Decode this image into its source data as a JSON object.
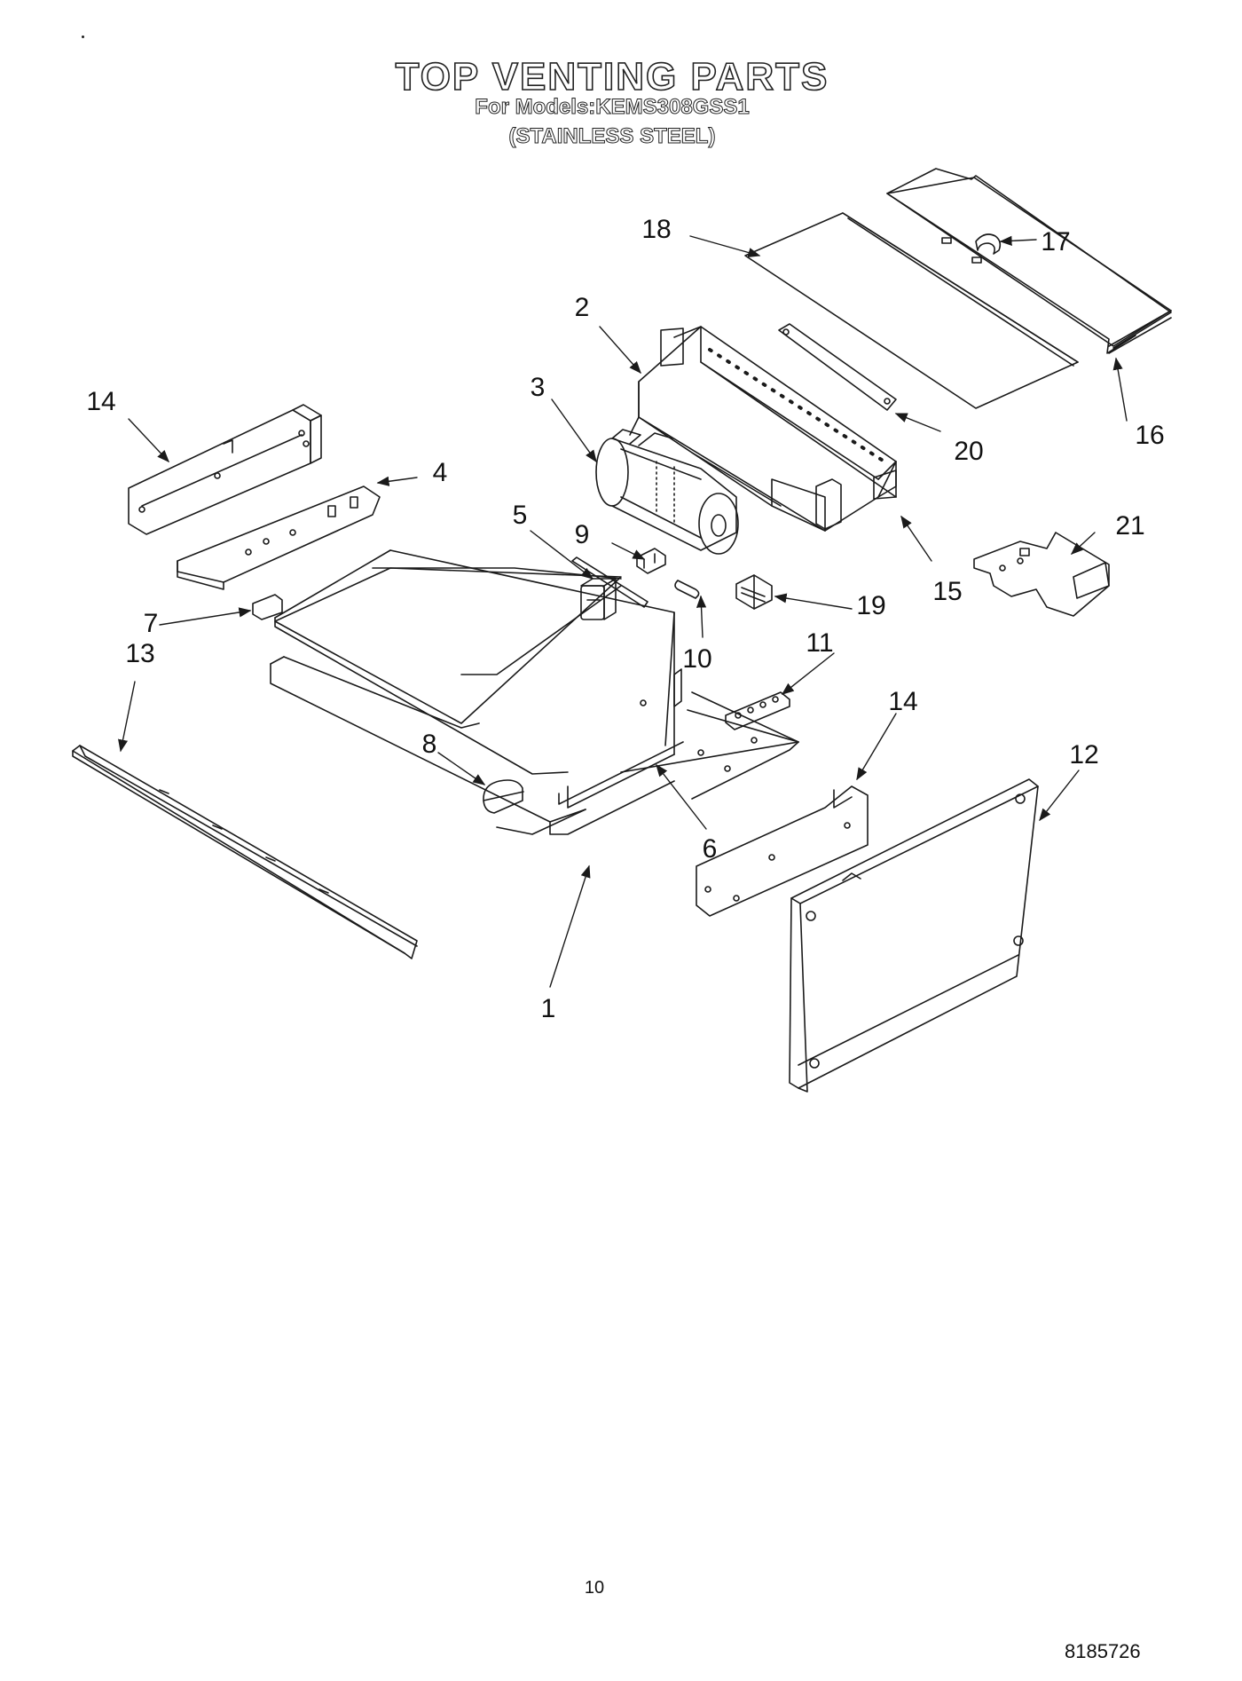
{
  "header": {
    "title": "TOP VENTING PARTS",
    "models_line": "For Models:KEMS308GSS1",
    "finish_line": "(STAINLESS STEEL)"
  },
  "callouts": [
    {
      "id": "c1",
      "label": "1"
    },
    {
      "id": "c2",
      "label": "2"
    },
    {
      "id": "c3",
      "label": "3"
    },
    {
      "id": "c4",
      "label": "4"
    },
    {
      "id": "c5",
      "label": "5"
    },
    {
      "id": "c6",
      "label": "6"
    },
    {
      "id": "c7",
      "label": "7"
    },
    {
      "id": "c8",
      "label": "8"
    },
    {
      "id": "c9",
      "label": "9"
    },
    {
      "id": "c10",
      "label": "10"
    },
    {
      "id": "c11",
      "label": "11"
    },
    {
      "id": "c12",
      "label": "12"
    },
    {
      "id": "c13",
      "label": "13"
    },
    {
      "id": "c14a",
      "label": "14"
    },
    {
      "id": "c14b",
      "label": "14"
    },
    {
      "id": "c15",
      "label": "15"
    },
    {
      "id": "c16",
      "label": "16"
    },
    {
      "id": "c17",
      "label": "17"
    },
    {
      "id": "c18",
      "label": "18"
    },
    {
      "id": "c19",
      "label": "19"
    },
    {
      "id": "c20",
      "label": "20"
    },
    {
      "id": "c21",
      "label": "21"
    }
  ],
  "footer": {
    "page_number": "10",
    "doc_code": "8185726"
  },
  "colors": {
    "line": "#1a1a1a",
    "paper": "#ffffff"
  }
}
